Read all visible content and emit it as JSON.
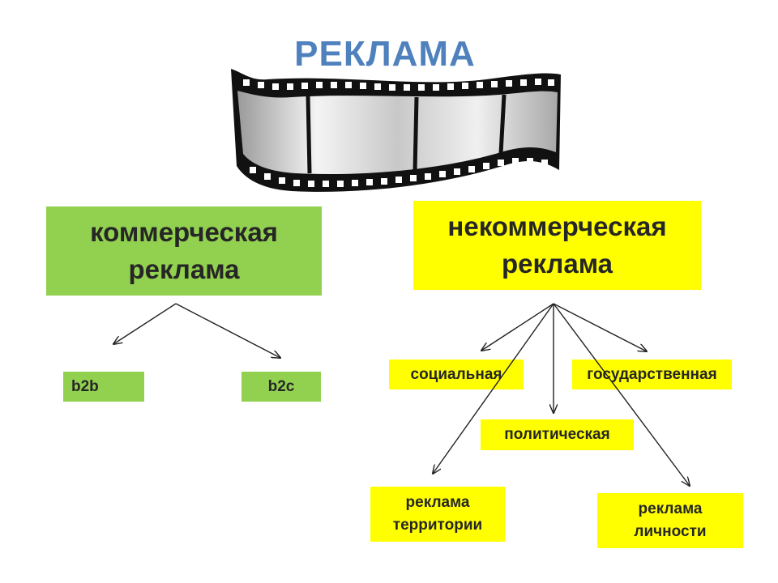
{
  "title": "РЕКЛАМА",
  "commercial": "коммерческая\nреклама",
  "noncommercial": "некоммерческая\nреклама",
  "b2b": "b2b",
  "b2c": "b2c",
  "social": "социальная",
  "state": "государственная",
  "political": "политическая",
  "territory": "реклама\nтерритории",
  "personality": "реклама\nличности",
  "colors": {
    "title": "#4f81bd",
    "green": "#92d050",
    "yellow": "#ffff00"
  },
  "icons": [
    "film-strip-icon"
  ]
}
